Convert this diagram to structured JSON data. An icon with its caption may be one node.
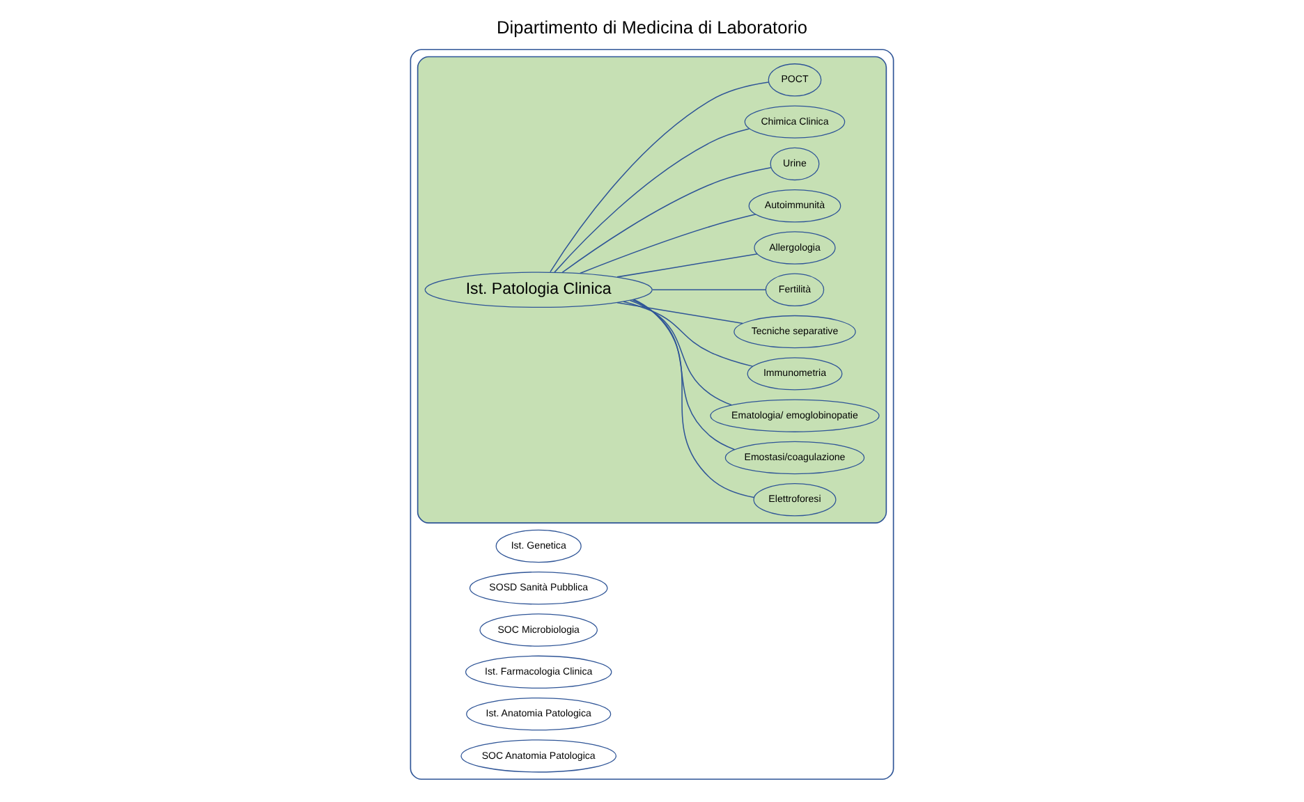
{
  "diagram": {
    "title": "Dipartimento di Medicina di Laboratorio",
    "nodes": [
      {
        "text": [],
        "shape": "ellipse"
      },
      {
        "text": [
          "Ist. Genetica"
        ],
        "in": 0
      },
      {
        "text": [
          "SOSD Sanità Pubblica"
        ],
        "in": 0
      },
      {
        "text": [
          "SOC Microbiologia"
        ],
        "in": 0
      },
      {
        "text": [
          "Ist. Farmacologia Clinica"
        ],
        "in": 0
      },
      {
        "text": [
          "Ist. Anatomia Patologica"
        ],
        "in": 0
      },
      {
        "text": [
          "SOC Anatomia Patologica"
        ],
        "in": 0
      },
      {
        "text": [],
        "shape": "ellipse",
        "in": 0
      },
      {
        "text": [
          "Ist. Patologia Clinica"
        ],
        "in": 7
      },
      {
        "text": [
          "Elettroforesi"
        ],
        "in": 7
      },
      {
        "text": [
          "Emostasi/coagulazione"
        ],
        "in": 7
      },
      {
        "text": [
          "Ematologia/ emoglobinopatie"
        ],
        "in": 7
      },
      {
        "text": [
          "Immunometria"
        ],
        "in": 7
      },
      {
        "text": [
          "Tecniche separative"
        ],
        "in": 7
      },
      {
        "text": [
          "Fertilità"
        ],
        "in": 7
      },
      {
        "text": [
          "Allergologia"
        ],
        "in": 7
      },
      {
        "text": [
          "Autoimmunità"
        ],
        "in": 7
      },
      {
        "text": [
          "Urine"
        ],
        "in": 7
      },
      {
        "text": [
          "Chimica Clinica"
        ],
        "in": 7
      },
      {
        "text": [
          "POCT"
        ],
        "in": 7
      }
    ],
    "edges": [
      {
        "from": 8,
        "to": 9,
        "arrow": "none"
      },
      {
        "from": 8,
        "to": 10,
        "arrow": "none"
      },
      {
        "from": 8,
        "to": 11,
        "arrow": "none"
      },
      {
        "from": 8,
        "to": 12,
        "arrow": "none"
      },
      {
        "from": 8,
        "to": 13,
        "arrow": "none"
      },
      {
        "from": 8,
        "to": 14,
        "arrow": "none"
      },
      {
        "from": 8,
        "to": 15,
        "arrow": "none"
      },
      {
        "from": 8,
        "to": 16,
        "arrow": "none"
      },
      {
        "from": 8,
        "to": 17,
        "arrow": "none"
      },
      {
        "from": 8,
        "to": 18,
        "arrow": "none"
      },
      {
        "from": 8,
        "to": 19,
        "arrow": "none"
      }
    ]
  }
}
